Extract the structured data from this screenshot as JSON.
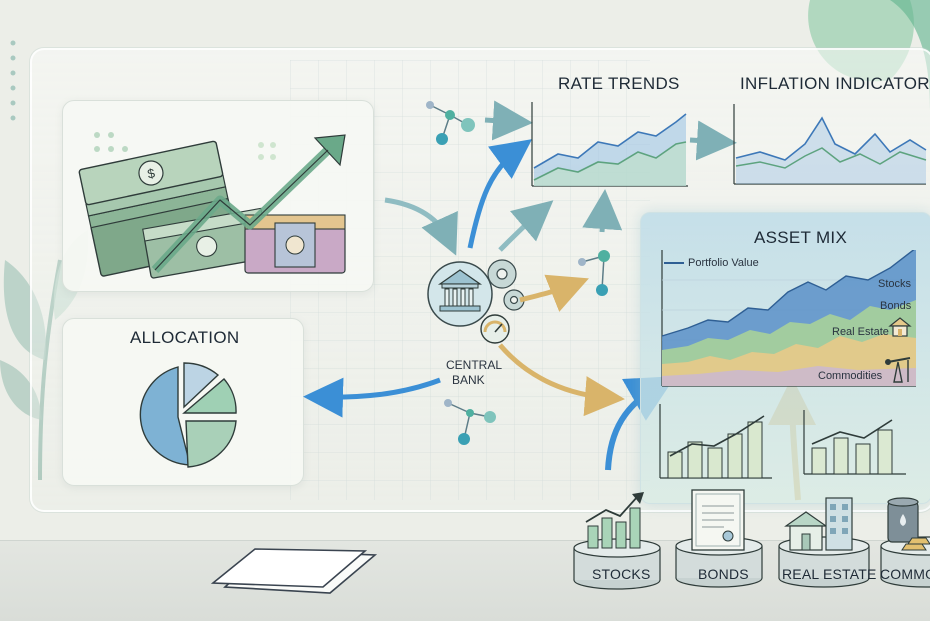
{
  "labels": {
    "rate_trends": "RATE TRENDS",
    "inflation_indicators": "INFLATION INDICATORS",
    "allocation": "ALLOCATION",
    "central_bank_line1": "CENTRAL",
    "central_bank_line2": "BANK",
    "asset_mix": "ASSET MIX"
  },
  "asset_mix": {
    "legend": "Portfolio Value",
    "series_labels": [
      "Stocks",
      "Bonds",
      "Real Estate",
      "Commodities"
    ]
  },
  "platforms": [
    "STOCKS",
    "BONDS",
    "REAL ESTATE",
    "COMMO"
  ],
  "icons": [
    "money-stack-icon",
    "trend-arrow-icon",
    "bank-building-icon",
    "gear-icon",
    "gauge-icon",
    "pie-chart-icon",
    "house-icon",
    "oil-pump-icon",
    "certificate-icon",
    "oil-barrel-icon",
    "gold-bars-icon",
    "paper-sheets-icon",
    "plant-icon"
  ],
  "colors": {
    "accent_blue": "#3b8fd6",
    "accent_gold": "#d9b46a",
    "teal": "#5ea69a",
    "green_leaf": "#9ccdb0"
  }
}
